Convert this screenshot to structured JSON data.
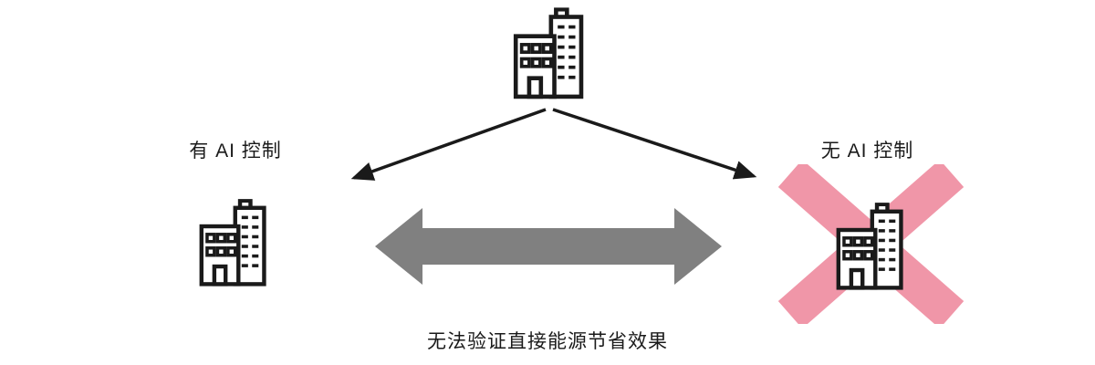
{
  "labels": {
    "left": "有 AI 控制",
    "right": "无 AI 控制",
    "caption": "无法验证直接能源节省效果"
  },
  "icons": {
    "top": "building-icon",
    "left": "building-icon",
    "right": "building-icon",
    "cross": "x-mark-icon",
    "center": "double-headed-arrow-icon",
    "branches": "branch-arrows-icon"
  },
  "colors": {
    "line": "#1a1a1a",
    "arrow_gray": "#808080",
    "x_pink": "#f096a8"
  }
}
